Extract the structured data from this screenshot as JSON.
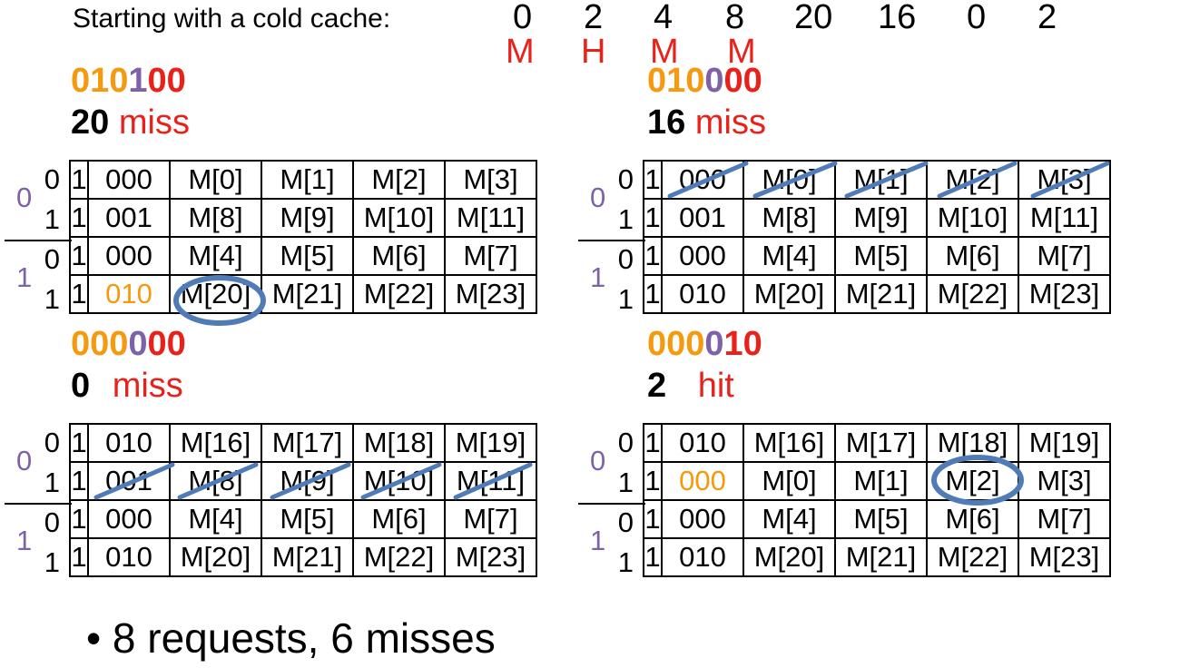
{
  "intro": "Starting with a cold cache:",
  "sequence": [
    "0",
    "2",
    "4",
    "8",
    "20",
    "16",
    "0",
    "2"
  ],
  "marks": [
    "M",
    "H",
    "M",
    "M"
  ],
  "panels": [
    {
      "addr": {
        "tag": "010",
        "index": "1",
        "offset": "00"
      },
      "request": {
        "num": "20",
        "result": "miss"
      },
      "rows": [
        {
          "v": "1",
          "tag": "000",
          "d": [
            "M[0]",
            "M[1]",
            "M[2]",
            "M[3]"
          ]
        },
        {
          "v": "1",
          "tag": "001",
          "d": [
            "M[8]",
            "M[9]",
            "M[10]",
            "M[11]"
          ]
        },
        {
          "v": "1",
          "tag": "000",
          "d": [
            "M[4]",
            "M[5]",
            "M[6]",
            "M[7]"
          ]
        },
        {
          "v": "1",
          "tag": "010",
          "d": [
            "M[20]",
            "M[21]",
            "M[22]",
            "M[23]"
          ]
        }
      ]
    },
    {
      "addr": {
        "tag": "010",
        "index": "0",
        "offset": "00"
      },
      "request": {
        "num": "16",
        "result": "miss"
      },
      "rows": [
        {
          "v": "1",
          "tag": "000",
          "d": [
            "M[0]",
            "M[1]",
            "M[2]",
            "M[3]"
          ]
        },
        {
          "v": "1",
          "tag": "001",
          "d": [
            "M[8]",
            "M[9]",
            "M[10]",
            "M[11]"
          ]
        },
        {
          "v": "1",
          "tag": "000",
          "d": [
            "M[4]",
            "M[5]",
            "M[6]",
            "M[7]"
          ]
        },
        {
          "v": "1",
          "tag": "010",
          "d": [
            "M[20]",
            "M[21]",
            "M[22]",
            "M[23]"
          ]
        }
      ]
    },
    {
      "addr": {
        "tag": "000",
        "index": "0",
        "offset": "00"
      },
      "request": {
        "num": "0",
        "result": "miss"
      },
      "rows": [
        {
          "v": "1",
          "tag": "010",
          "d": [
            "M[16]",
            "M[17]",
            "M[18]",
            "M[19]"
          ]
        },
        {
          "v": "1",
          "tag": "001",
          "d": [
            "M[8]",
            "M[9]",
            "M[10]",
            "M[11]"
          ]
        },
        {
          "v": "1",
          "tag": "000",
          "d": [
            "M[4]",
            "M[5]",
            "M[6]",
            "M[7]"
          ]
        },
        {
          "v": "1",
          "tag": "010",
          "d": [
            "M[20]",
            "M[21]",
            "M[22]",
            "M[23]"
          ]
        }
      ]
    },
    {
      "addr": {
        "tag": "000",
        "index": "0",
        "offset": "10"
      },
      "request": {
        "num": "2",
        "result": "hit"
      },
      "rows": [
        {
          "v": "1",
          "tag": "010",
          "d": [
            "M[16]",
            "M[17]",
            "M[18]",
            "M[19]"
          ]
        },
        {
          "v": "1",
          "tag": "000",
          "d": [
            "M[0]",
            "M[1]",
            "M[2]",
            "M[3]"
          ]
        },
        {
          "v": "1",
          "tag": "000",
          "d": [
            "M[4]",
            "M[5]",
            "M[6]",
            "M[7]"
          ]
        },
        {
          "v": "1",
          "tag": "010",
          "d": [
            "M[20]",
            "M[21]",
            "M[22]",
            "M[23]"
          ]
        }
      ]
    }
  ],
  "row_labels": [
    "0",
    "1",
    "0",
    "1"
  ],
  "set_labels": [
    "0",
    "1"
  ],
  "summary": "8 requests, 6 misses",
  "colors": {
    "tag": "#f59a0e",
    "index": "#7e62a8",
    "offset": "#e8211a",
    "annotation": "#4f7bb7"
  }
}
